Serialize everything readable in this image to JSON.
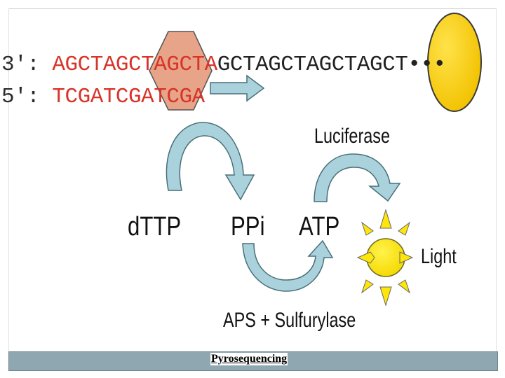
{
  "sequence": {
    "strand3_prime": "3′:",
    "strand3_red": "AGCTAGCTAGCTA",
    "strand3_dark": "GCTAGCTAGCTAGCT",
    "strand3_dots": "•••",
    "strand5_prime": "5′:",
    "strand5_red": "TCGATCGATCGA"
  },
  "labels": {
    "dttp": "dTTP",
    "ppi": "PPi",
    "atp": "ATP",
    "light": "Light",
    "luciferase": "Luciferase",
    "aps_sulfurylase": "APS + Sulfurylase"
  },
  "caption": "Pyrosequencing",
  "colors": {
    "sequence_red": "#d8342a",
    "polymerase_hex": "#e2906e",
    "bead": "#f7c900",
    "arrow_fill": "#a9d2dc",
    "sun": "#ffe60a",
    "caption_bar": "#8fa7b0"
  }
}
